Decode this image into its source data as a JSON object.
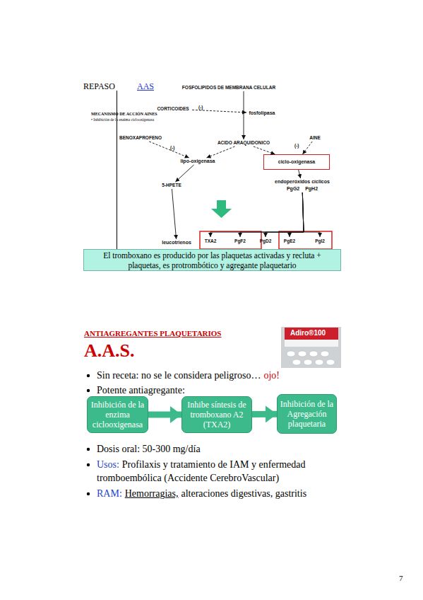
{
  "diagram": {
    "nodes": [
      {
        "text": [
          "FOSFOLIPIDOS DE MEMBRANA CELULAR"
        ]
      },
      {
        "text": [
          "CORTICOIDES"
        ]
      },
      {
        "text": [
          "fosfolipasa"
        ]
      },
      {
        "text": [
          "BENOXAPROFENO"
        ]
      },
      {
        "text": [
          "AINE"
        ]
      },
      {
        "text": [
          "ACIDO ARAQUIDONICO"
        ]
      },
      {
        "text": [
          "lipo-oxigenasa"
        ]
      },
      {
        "text": [
          "ciclo-oxigenasa"
        ]
      },
      {
        "text": [
          "5-HPETE"
        ]
      },
      {
        "text": [
          "endoperóxidos cíclicos",
          "PgG2 PgH2"
        ]
      },
      {
        "text": [
          "leucotrienos"
        ]
      },
      {
        "text": [
          "TXA2"
        ]
      },
      {
        "text": [
          "PgF2"
        ]
      },
      {
        "text": [
          "PgD2"
        ]
      },
      {
        "text": [
          "PgE2"
        ]
      },
      {
        "text": [
          "PgI2"
        ]
      },
      {
        "text": [
          "El tromboxano es producido por las plaquetas activadas y recluta + plaquetas, es protrombótico y agregante plaquetario"
        ]
      },
      {
        "text": [
          "Inhibición de la enzima ciclooxigenasa"
        ]
      },
      {
        "text": [
          "Inhibe síntesis de tromboxano A2 (TXA2)"
        ]
      },
      {
        "text": [
          "Inhibición de la Agregación plaquetaria"
        ]
      }
    ],
    "edges": [
      {
        "from": 0,
        "to": 5,
        "arrow": "to"
      },
      {
        "from": 1,
        "to": 2,
        "label": "(-)",
        "arrow": "to"
      },
      {
        "from": 3,
        "to": 6,
        "label": "(-)",
        "arrow": "to"
      },
      {
        "from": 4,
        "to": 7,
        "label": "(-)",
        "arrow": "to"
      },
      {
        "from": 5,
        "to": 6,
        "arrow": "to"
      },
      {
        "from": 5,
        "to": 7,
        "arrow": "to"
      },
      {
        "from": 6,
        "to": 8,
        "arrow": "to"
      },
      {
        "from": 7,
        "to": 9,
        "arrow": "to"
      },
      {
        "from": 8,
        "to": 10,
        "arrow": "to"
      },
      {
        "from": 9,
        "to": 11,
        "arrow": "to"
      },
      {
        "from": 9,
        "to": 12,
        "arrow": "to"
      },
      {
        "from": 9,
        "to": 13,
        "arrow": "to"
      },
      {
        "from": 9,
        "to": 14,
        "arrow": "to"
      },
      {
        "from": 9,
        "to": 15,
        "arrow": "to"
      },
      {
        "from": 17,
        "to": 18,
        "arrow": "to"
      },
      {
        "from": 18,
        "to": 19,
        "arrow": "to"
      }
    ],
    "labels": [
      "REPASO",
      "AAS",
      "MECANISMO DE ACCIÓN AINES",
      "• Inhibición de la enzima ciclooxigenasa",
      "ANTIAGREGANTES PLAQUETARIOS",
      "A.A.S.",
      "Adiro®100",
      "Sin receta: no se le considera peligroso…",
      "ojo!",
      "Potente antiagregante:",
      "Dosis oral: 50-300 mg/día",
      "Usos:",
      "Profilaxis y tratamiento de IAM y enfermedad tromboembólica (Accidente CerebroVascular)",
      "RAM:",
      "Hemorragias,",
      "alteraciones digestivas, gastritis",
      "7"
    ]
  }
}
